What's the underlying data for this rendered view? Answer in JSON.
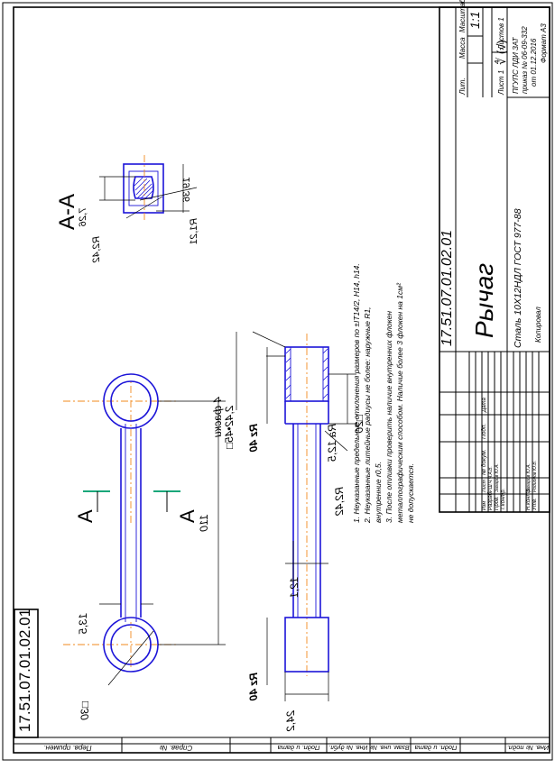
{
  "drawing": {
    "designation": "17.51.07.01.02.01",
    "designation_top": "17.51.07.01.02.01",
    "title": "Рычаг",
    "material": "Сталь 10Х12НДЛ ГОСТ 977-88",
    "scale_label": "Масштаб",
    "scale": "1:1",
    "mass_label": "Масса",
    "lit_label": "Лит.",
    "sheet_label": "Лист 1",
    "sheets_label": "Листов 1",
    "org_lines": [
      "ПГУПС ЛДИ ЗАТ",
      "приказ № 06-09-332",
      "от 01.12.2016"
    ],
    "copied_label": "Копировал",
    "format_label": "Формат А3",
    "roughness_symbol": "∜ (√)"
  },
  "stamp": {
    "header": [
      "Изм",
      "Лист",
      "№ докум.",
      "Подп.",
      "Дата"
    ],
    "rows": [
      {
        "role": "Разраб.",
        "name": "Р.Ш.Ч.Ч.А.В."
      },
      {
        "role": "Пров.",
        "name": "Захаров Ю.А."
      },
      {
        "role": "Т.контр.",
        "name": ""
      },
      {
        "role": "",
        "name": ""
      },
      {
        "role": "Н.контр.",
        "name": "Захаров Ю.А."
      },
      {
        "role": "Утв.",
        "name": "Родионов Ю.В."
      }
    ]
  },
  "side_columns": [
    "Перв. примен.",
    "Справ. №"
  ],
  "bottom_columns": [
    "Подп. и дата",
    "Инв. № дубл.",
    "Взам. инв. №",
    "Подп. и дата",
    "Инв. № подл."
  ],
  "notes": [
    "1. Неуказанные предельные отклонения размеров по ±IT14/2, H14, h14.",
    "2. Неуказанные литейные радиусы не более: наружные R1,",
    "    внутренние r0,5.",
    "3. После отливки проверить наличие внутренних флокен",
    "    металлографическим способом. Наличие более 3 флокен на 1см²",
    "    не допускается."
  ],
  "section": {
    "label": "А-А",
    "arrow_label": "А",
    "dims": [
      "7,26",
      "19,36",
      "R2,42",
      "R1,21"
    ]
  },
  "dims": {
    "length": "110",
    "rod_width": "13,5",
    "square_left": "□30",
    "rod_thickness": "12,1",
    "base_height": "24,2",
    "roughness_rz_top": "Rz 40",
    "roughness_ra": "Ra 12,5",
    "square_right": "□20",
    "roughness_rz_bottom": "Rz 40",
    "fillet_radius": "R2,42",
    "chamfer": "2,42•45□",
    "chamfer_count": "4 фаски"
  }
}
